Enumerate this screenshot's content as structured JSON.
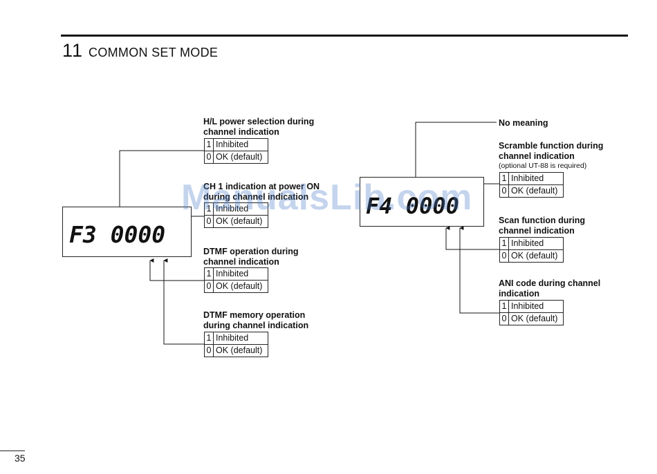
{
  "header": {
    "chapter_number": "11",
    "chapter_title": "COMMON SET MODE"
  },
  "left_display": {
    "readout": "F3 0000"
  },
  "right_display": {
    "readout": "F4 0000"
  },
  "options": {
    "one": "1",
    "zero": "0",
    "inhibited": "Inhibited",
    "ok_default": "OK (default)"
  },
  "left_items": [
    {
      "line1": "H/L power selection during",
      "line2": "channel indication"
    },
    {
      "line1": "CH 1 indication at power ON",
      "line2": "during channel indication"
    },
    {
      "line1": "DTMF operation during",
      "line2": "channel indication"
    },
    {
      "line1": "DTMF memory operation",
      "line2": "during channel indication"
    }
  ],
  "right_items": [
    {
      "line1": "No meaning"
    },
    {
      "line1": "Scramble function during",
      "line2": "channel indication",
      "note": "(optional UT-88 is required)"
    },
    {
      "line1": "Scan function during",
      "line2": "channel indication"
    },
    {
      "line1": "ANI code during channel",
      "line2": "indication"
    }
  ],
  "watermark": "ManualsLib.com",
  "footer": {
    "page_number": "35"
  }
}
